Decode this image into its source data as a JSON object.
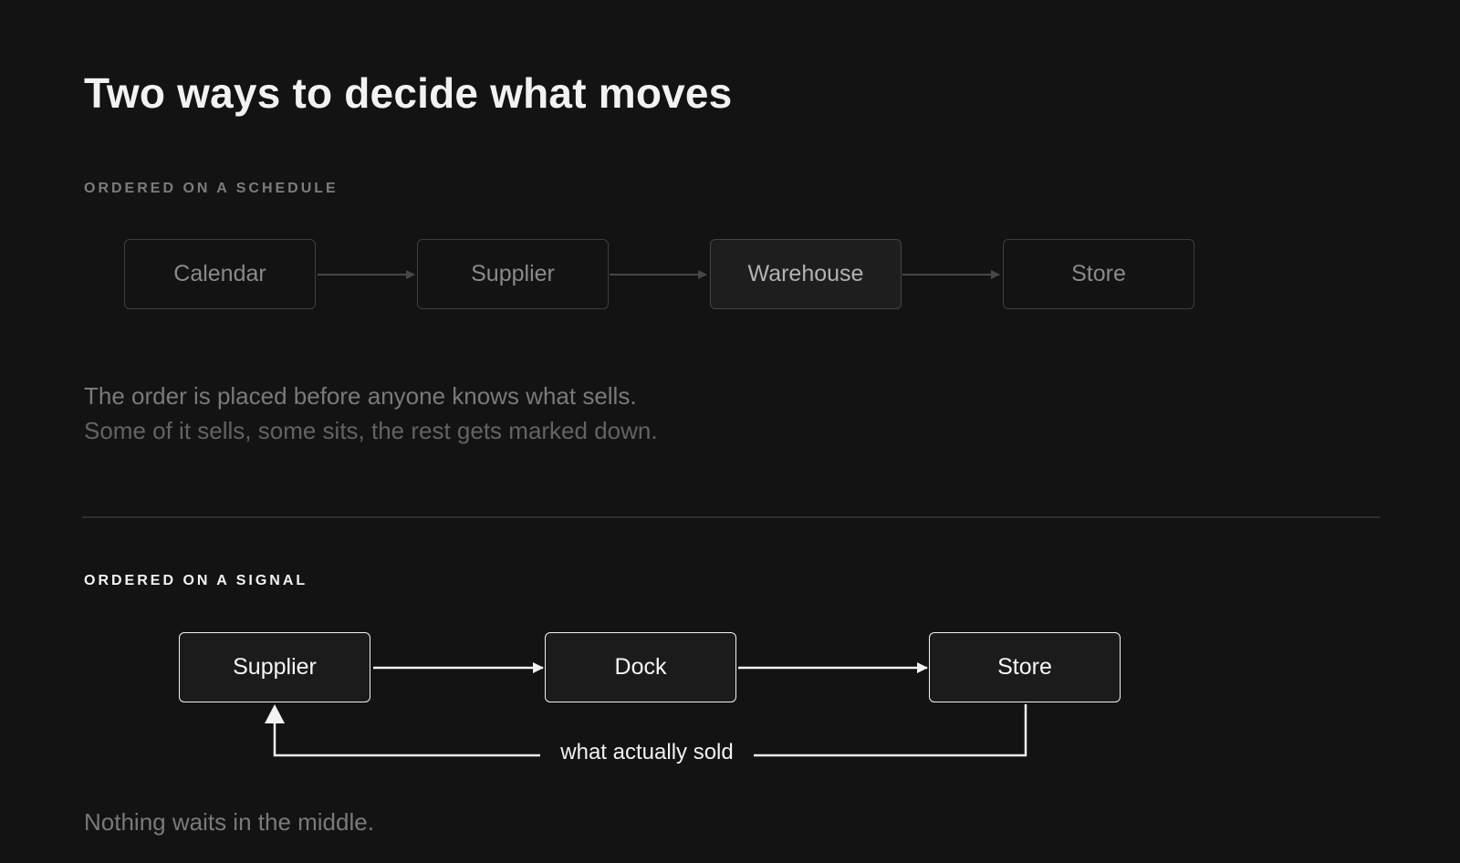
{
  "title": "Two ways to decide what moves",
  "schedule": {
    "label": "ORDERED ON A SCHEDULE",
    "nodes": [
      "Calendar",
      "Supplier",
      "Warehouse",
      "Store"
    ],
    "caption_line1": "The order is placed before anyone knows what sells.",
    "caption_line2": "Some of it sells, some sits, the rest gets marked down."
  },
  "signal": {
    "label": "ORDERED ON A SIGNAL",
    "nodes": [
      "Supplier",
      "Dock",
      "Store"
    ],
    "feedback_label": "what actually sold",
    "caption": "Nothing waits in the middle."
  },
  "colors": {
    "background": "#131313",
    "muted_stroke": "#3e3e3e",
    "strong_stroke": "#f2f2f2"
  }
}
